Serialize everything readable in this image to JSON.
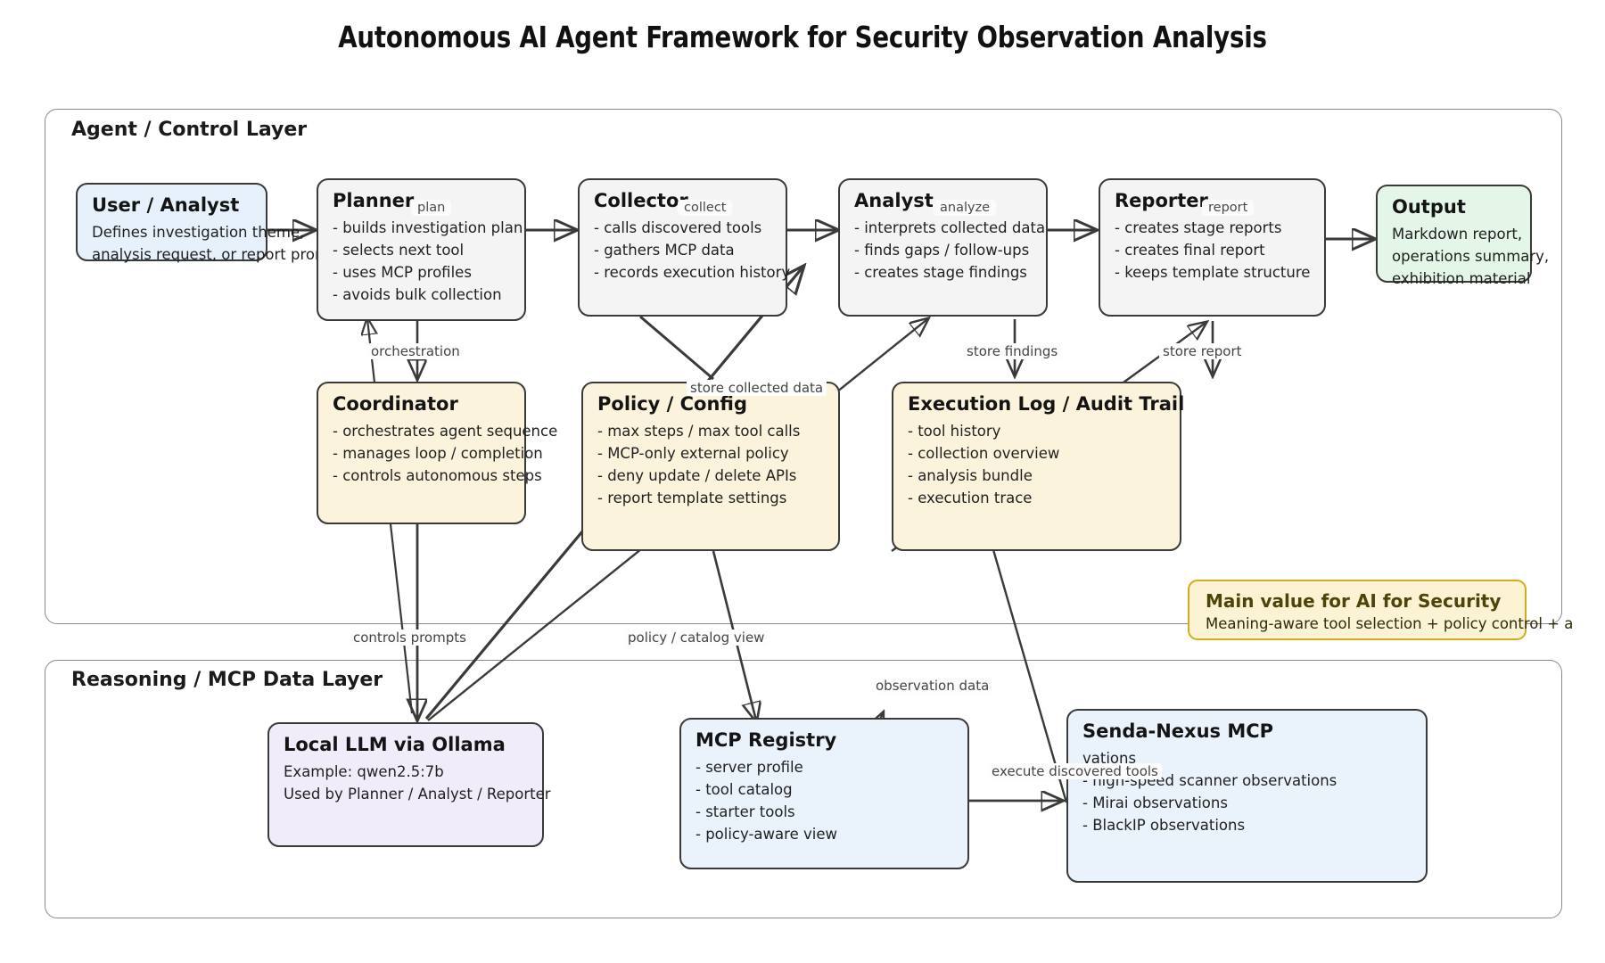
{
  "title": "Autonomous AI Agent Framework for Security Observation Analysis",
  "layers": [
    {
      "id": "agent",
      "label": "Agent / Control Layer"
    },
    {
      "id": "mcp",
      "label": "Reasoning / MCP Data Layer"
    }
  ],
  "nodes": {
    "user": {
      "title": "User / Analyst",
      "lines": [
        "Defines investigation theme,",
        "analysis request, or report prompt"
      ]
    },
    "planner": {
      "title": "Planner",
      "badge": "plan",
      "lines": [
        "- builds investigation plan",
        "- selects next tool",
        "- uses MCP profiles",
        "- avoids bulk collection"
      ]
    },
    "collector": {
      "title": "Collector",
      "badge": "collect",
      "lines": [
        "- calls discovered tools",
        "- gathers MCP data",
        "- records execution history"
      ]
    },
    "analyst": {
      "title": "Analyst",
      "badge": "analyze",
      "lines": [
        "- interprets collected data",
        "- finds gaps / follow-ups",
        "- creates stage findings"
      ]
    },
    "reporter": {
      "title": "Reporter",
      "badge": "report",
      "lines": [
        "- creates stage reports",
        "- creates final report",
        "- keeps template structure"
      ]
    },
    "output": {
      "title": "Output",
      "lines": [
        "Markdown report,",
        "operations summary,",
        "exhibition material"
      ]
    },
    "coordinator": {
      "title": "Coordinator",
      "lines": [
        "- orchestrates agent sequence",
        "- manages loop / completion",
        "- controls autonomous steps"
      ]
    },
    "policy": {
      "title": "Policy / Config",
      "lines": [
        "- max steps / max tool calls",
        "- MCP-only external policy",
        "- deny update / delete APIs",
        "- report template settings"
      ]
    },
    "execlog": {
      "title": "Execution Log / Audit Trail",
      "lines": [
        "- tool history",
        "- collection overview",
        "- analysis bundle",
        "- execution trace"
      ]
    },
    "llm": {
      "title": "Local LLM via Ollama",
      "lines": [
        "Example: qwen2.5:7b",
        "Used by Planner / Analyst / Reporter"
      ]
    },
    "registry": {
      "title": "MCP Registry",
      "lines": [
        "- server profile",
        "- tool catalog",
        "- starter tools",
        "- policy-aware view"
      ]
    },
    "senda": {
      "title": "Senda-Nexus MCP",
      "lines": [
        "vations",
        "- high-speed scanner observations",
        "- Mirai observations",
        "- BlackIP observations"
      ]
    }
  },
  "callout": {
    "title": "Main value for AI for Security",
    "subtitle": "Meaning-aware tool selection + policy control + a"
  },
  "edge_labels": [
    {
      "id": "orchestration",
      "text": "orchestration"
    },
    {
      "id": "store-collected-data",
      "text": "store collected data"
    },
    {
      "id": "store-findings",
      "text": "store findings"
    },
    {
      "id": "store-report",
      "text": "store report"
    },
    {
      "id": "controls-prompts",
      "text": "controls prompts"
    },
    {
      "id": "policy-catalog-view",
      "text": "policy / catalog view"
    },
    {
      "id": "observation-data",
      "text": "observation data"
    },
    {
      "id": "execute-discovered-tools",
      "text": "execute discovered tools"
    }
  ],
  "colors": {
    "grey": "#f4f4f4",
    "blue": "#e6f1fb",
    "green": "#e4f6e8",
    "cream": "#fbf3dc",
    "lilac": "#f1ecfa",
    "light_blue": "#eaf3fc",
    "stroke": "#3a3a38",
    "callout_border": "#cfae1e"
  }
}
